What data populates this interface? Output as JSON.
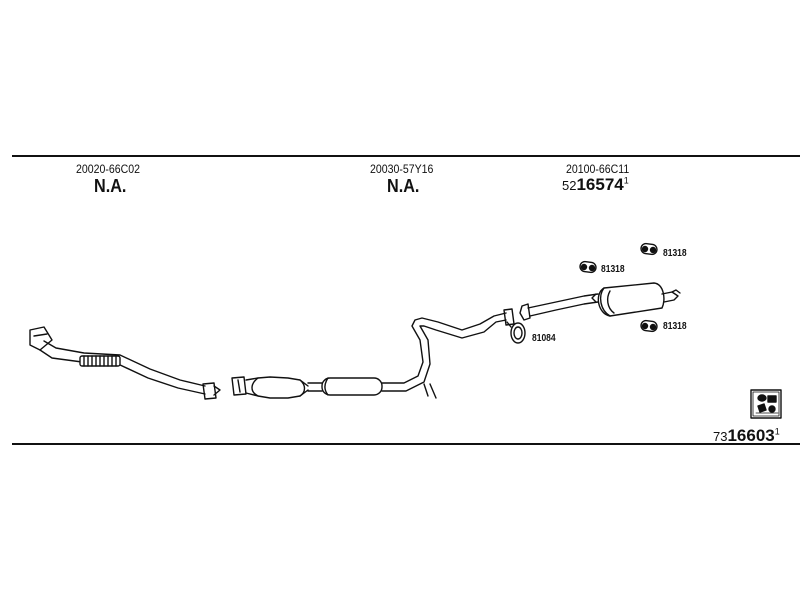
{
  "sections": [
    {
      "part_number": "20020-66C02",
      "status": "N.A."
    },
    {
      "part_number": "20030-57Y16",
      "status": "N.A."
    },
    {
      "part_number": "20100-66C11",
      "code_prefix": "52",
      "code_main": "16574",
      "code_suffix": "1"
    }
  ],
  "clamps": [
    {
      "label": "81318"
    },
    {
      "label": "81318"
    },
    {
      "label": "81318"
    },
    {
      "label": "81084"
    }
  ],
  "footer_code": {
    "prefix": "73",
    "main": "16603",
    "suffix": "1"
  }
}
